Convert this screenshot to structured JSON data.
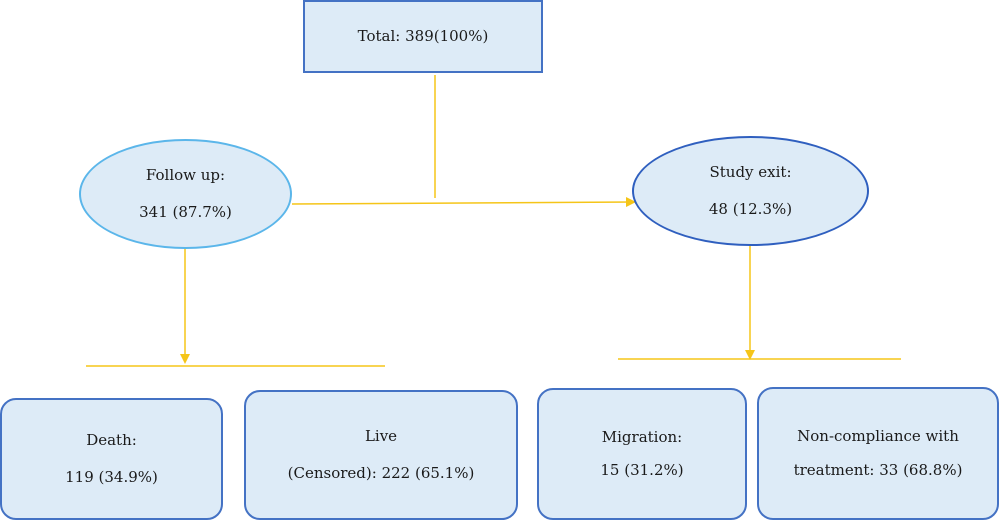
{
  "total": {
    "text": "Total: 389(100%)"
  },
  "follow_up": {
    "line1": "Follow up:",
    "line2": "341 (87.7%)"
  },
  "study_exit": {
    "line1": "Study exit:",
    "line2": "48 (12.3%)"
  },
  "outcomes": {
    "death": {
      "line1": "Death:",
      "line2": "119 (34.9%)"
    },
    "live": {
      "line1": "Live",
      "line2": "(Censored): 222 (65.1%)"
    },
    "migration": {
      "line1": "Migration:",
      "line2": "15 (31.2%)"
    },
    "noncompliance": {
      "line1": "Non-compliance with",
      "line2": "treatment: 33 (68.8%)"
    }
  },
  "colors": {
    "box_fill": "#ddebf7",
    "box_border": "#4472c4",
    "ellipse_border_left": "#5bb6ea",
    "ellipse_border_right": "#2f5fbf",
    "connector": "#f5c518"
  }
}
